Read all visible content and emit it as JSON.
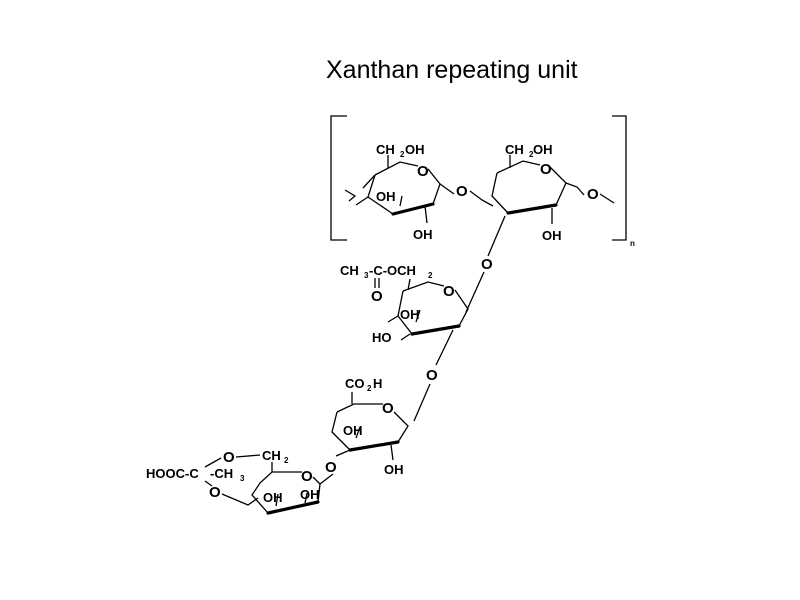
{
  "title": "Xanthan repeating unit",
  "labels": {
    "ring1_ch2oh": "CH",
    "ring1_ch2oh_oh": "OH",
    "ring1_oh_upper": "OH",
    "ring1_oh_lower": "OH",
    "ring2_ch2oh": "CH",
    "ring2_ch2oh_oh": "OH",
    "ring2_oh": "OH",
    "link_o_12": "O",
    "link_o_right": "O",
    "repeat_n": "n",
    "link_o_23": "O",
    "acetyl_pre": "CH",
    "acetyl_mid": "-C-OCH",
    "acetyl_carbonyl_o": "O",
    "ring3_oh_upper": "OH",
    "ring3_ho": "HO",
    "link_o_34": "O",
    "ring4_co2h": "CO",
    "ring4_co2h_h": "H",
    "ring4_oh_upper": "OH",
    "ring4_oh_lower": "OH",
    "link_o_45": "O",
    "pyruvate_hooc": "HOOC-C",
    "pyruvate_ch3": "-CH",
    "pyruvate_ch2": "CH",
    "ring5_oh_1": "OH",
    "ring5_oh_2": "OH",
    "ring_o": "O",
    "sub_2": "2",
    "sub_3": "3"
  }
}
